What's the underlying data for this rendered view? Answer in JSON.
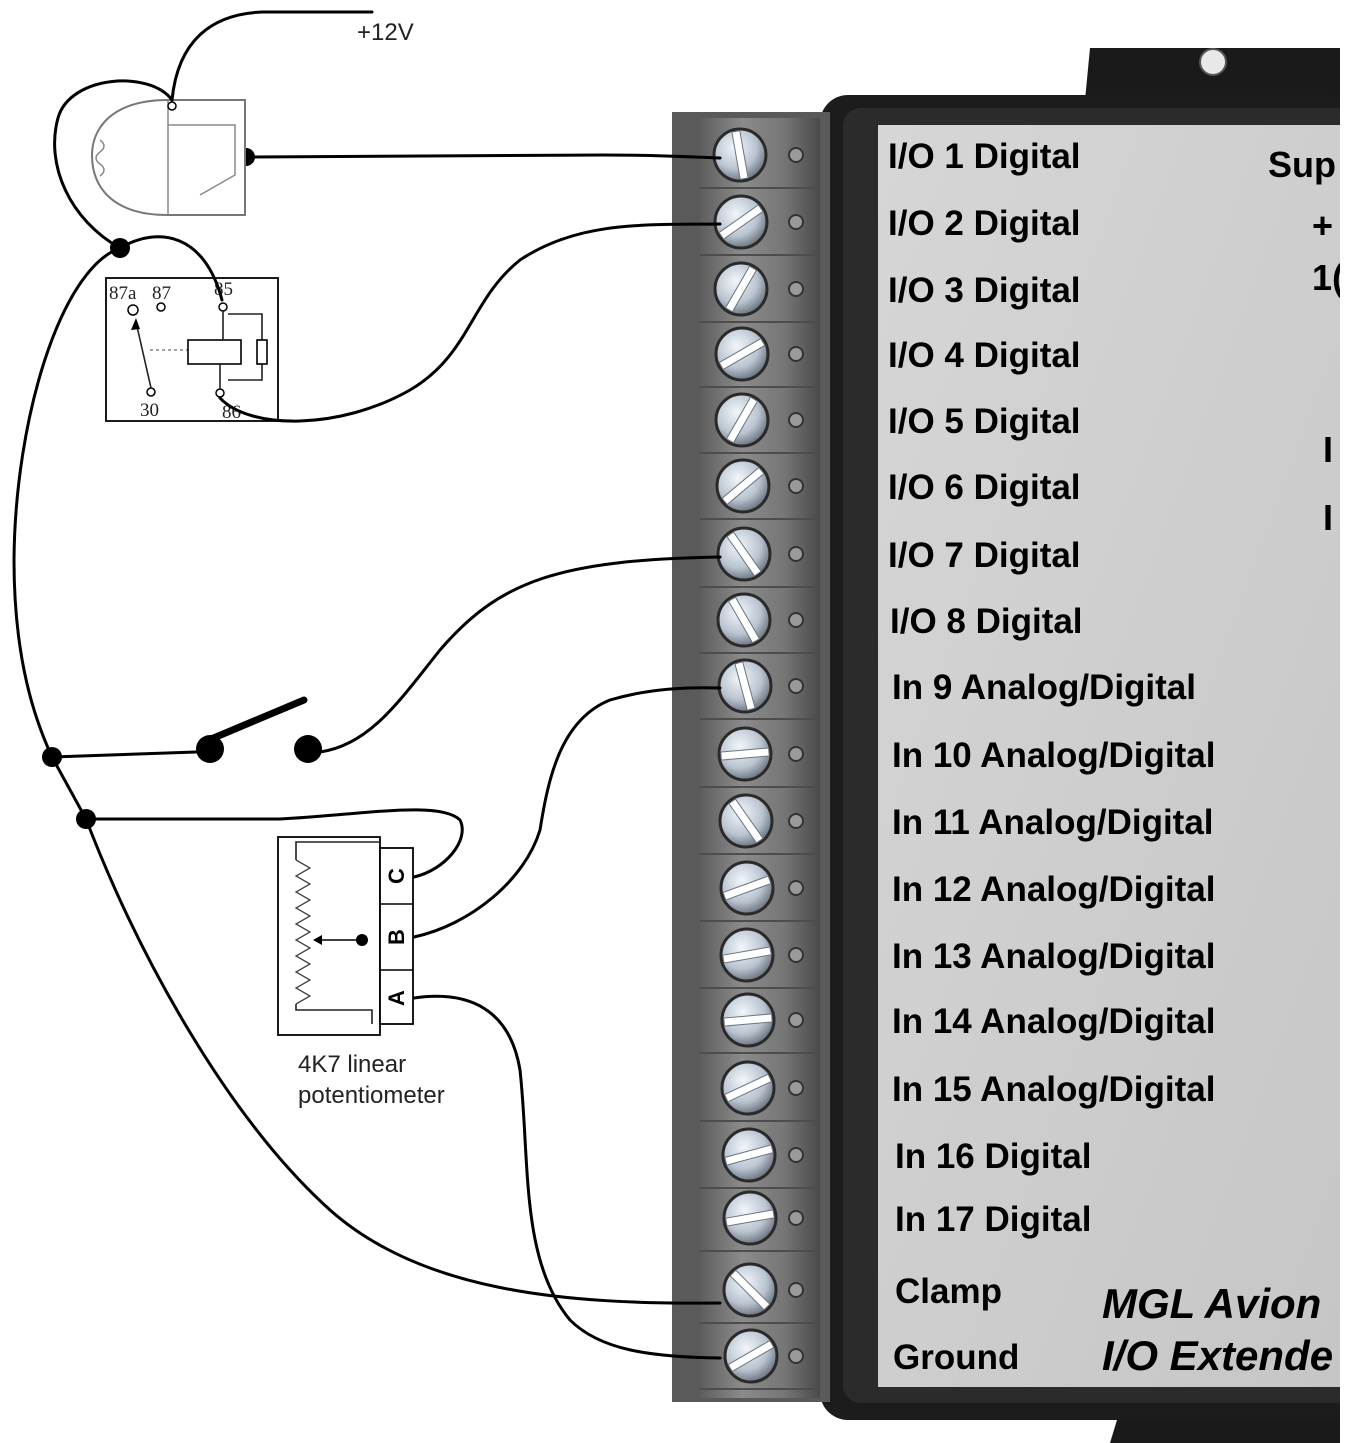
{
  "supply": {
    "label": "+12V"
  },
  "relay": {
    "pins": [
      "87a",
      "87",
      "85",
      "30",
      "86"
    ]
  },
  "potentiometer": {
    "terminals": [
      "C",
      "B",
      "A"
    ],
    "caption_line1": "4K7 linear",
    "caption_line2": "potentiometer"
  },
  "module": {
    "terminals": [
      "I/O 1 Digital",
      "I/O 2 Digital",
      "I/O 3 Digital",
      "I/O 4 Digital",
      "I/O 5 Digital",
      "I/O 6 Digital",
      "I/O 7 Digital",
      "I/O 8 Digital",
      "In 9 Analog/Digital",
      "In 10 Analog/Digital",
      "In 11 Analog/Digital",
      "In 12 Analog/Digital",
      "In 13 Analog/Digital",
      "In 14 Analog/Digital",
      "In 15 Analog/Digital",
      "In 16 Digital",
      "In 17 Digital",
      "Clamp",
      "Ground"
    ],
    "right_column_fragments": [
      "Sup",
      "+",
      "1(",
      "I",
      "I"
    ],
    "brand_line1": "MGL Avion",
    "brand_line2": "I/O Extende"
  },
  "colors": {
    "panel": "#cfcfcf",
    "housing": "#1c1c1c",
    "terminal_block": "#7e7e7e",
    "screw_face": "#d4dde6",
    "wire": "#000000"
  }
}
